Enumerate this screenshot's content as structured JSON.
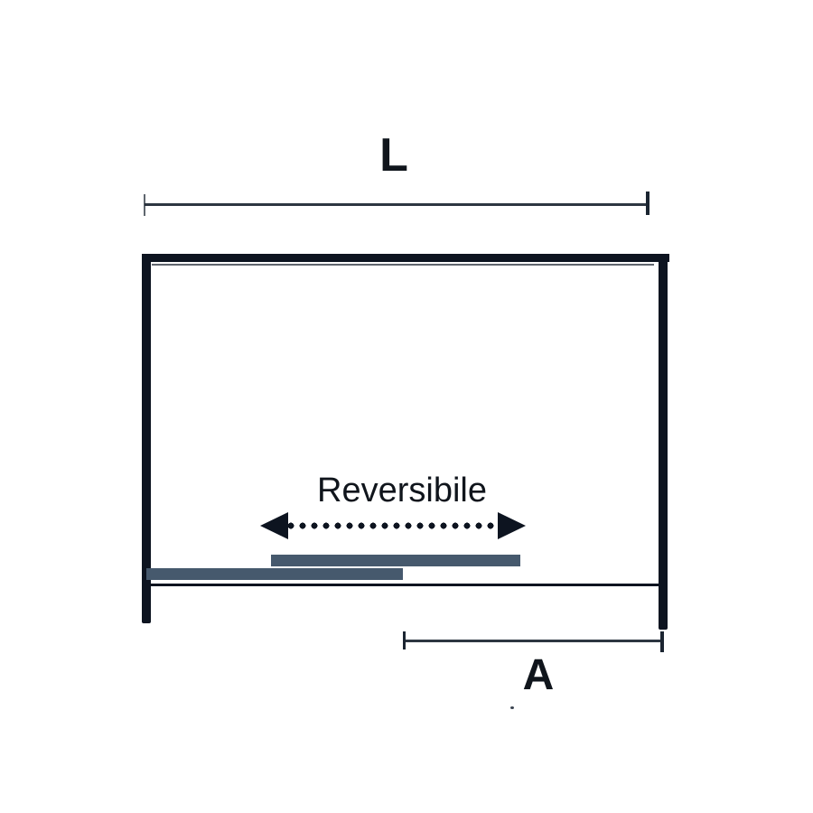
{
  "diagram": {
    "labels": {
      "top_dimension": "L",
      "bottom_dimension": "A",
      "arrow_caption": "Reversibile"
    },
    "colors": {
      "background": "#ffffff",
      "frame": "#0d1420",
      "dimension_line": "#1b2531",
      "panel": "#46596d",
      "text": "#10151c"
    },
    "icons": {
      "reversible_arrow": "dotted-double-headed-arrow-icon"
    }
  }
}
